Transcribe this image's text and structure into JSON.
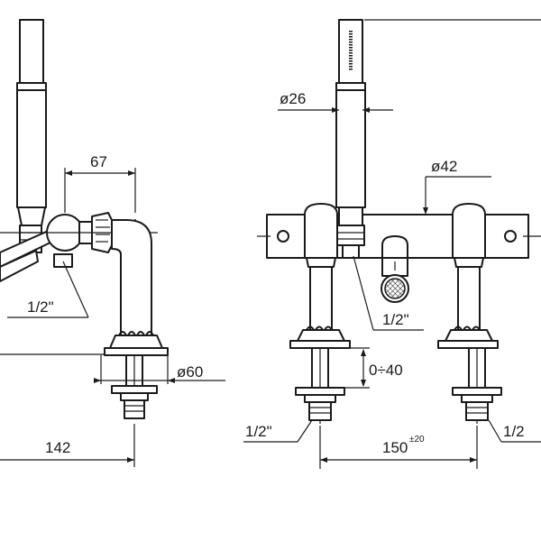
{
  "dimensions": {
    "left_67": "67",
    "left_thread": "1/2\"",
    "left_base_dia": "ø60",
    "left_142": "142",
    "right_handshower_dia": "ø26",
    "right_body_dia": "ø42",
    "right_outlet_thread": "1/2\"",
    "right_adjust": "0÷40",
    "right_thread_left": "1/2\"",
    "right_thread_right": "1/2",
    "right_150": "150",
    "right_150_tol": "±20"
  }
}
